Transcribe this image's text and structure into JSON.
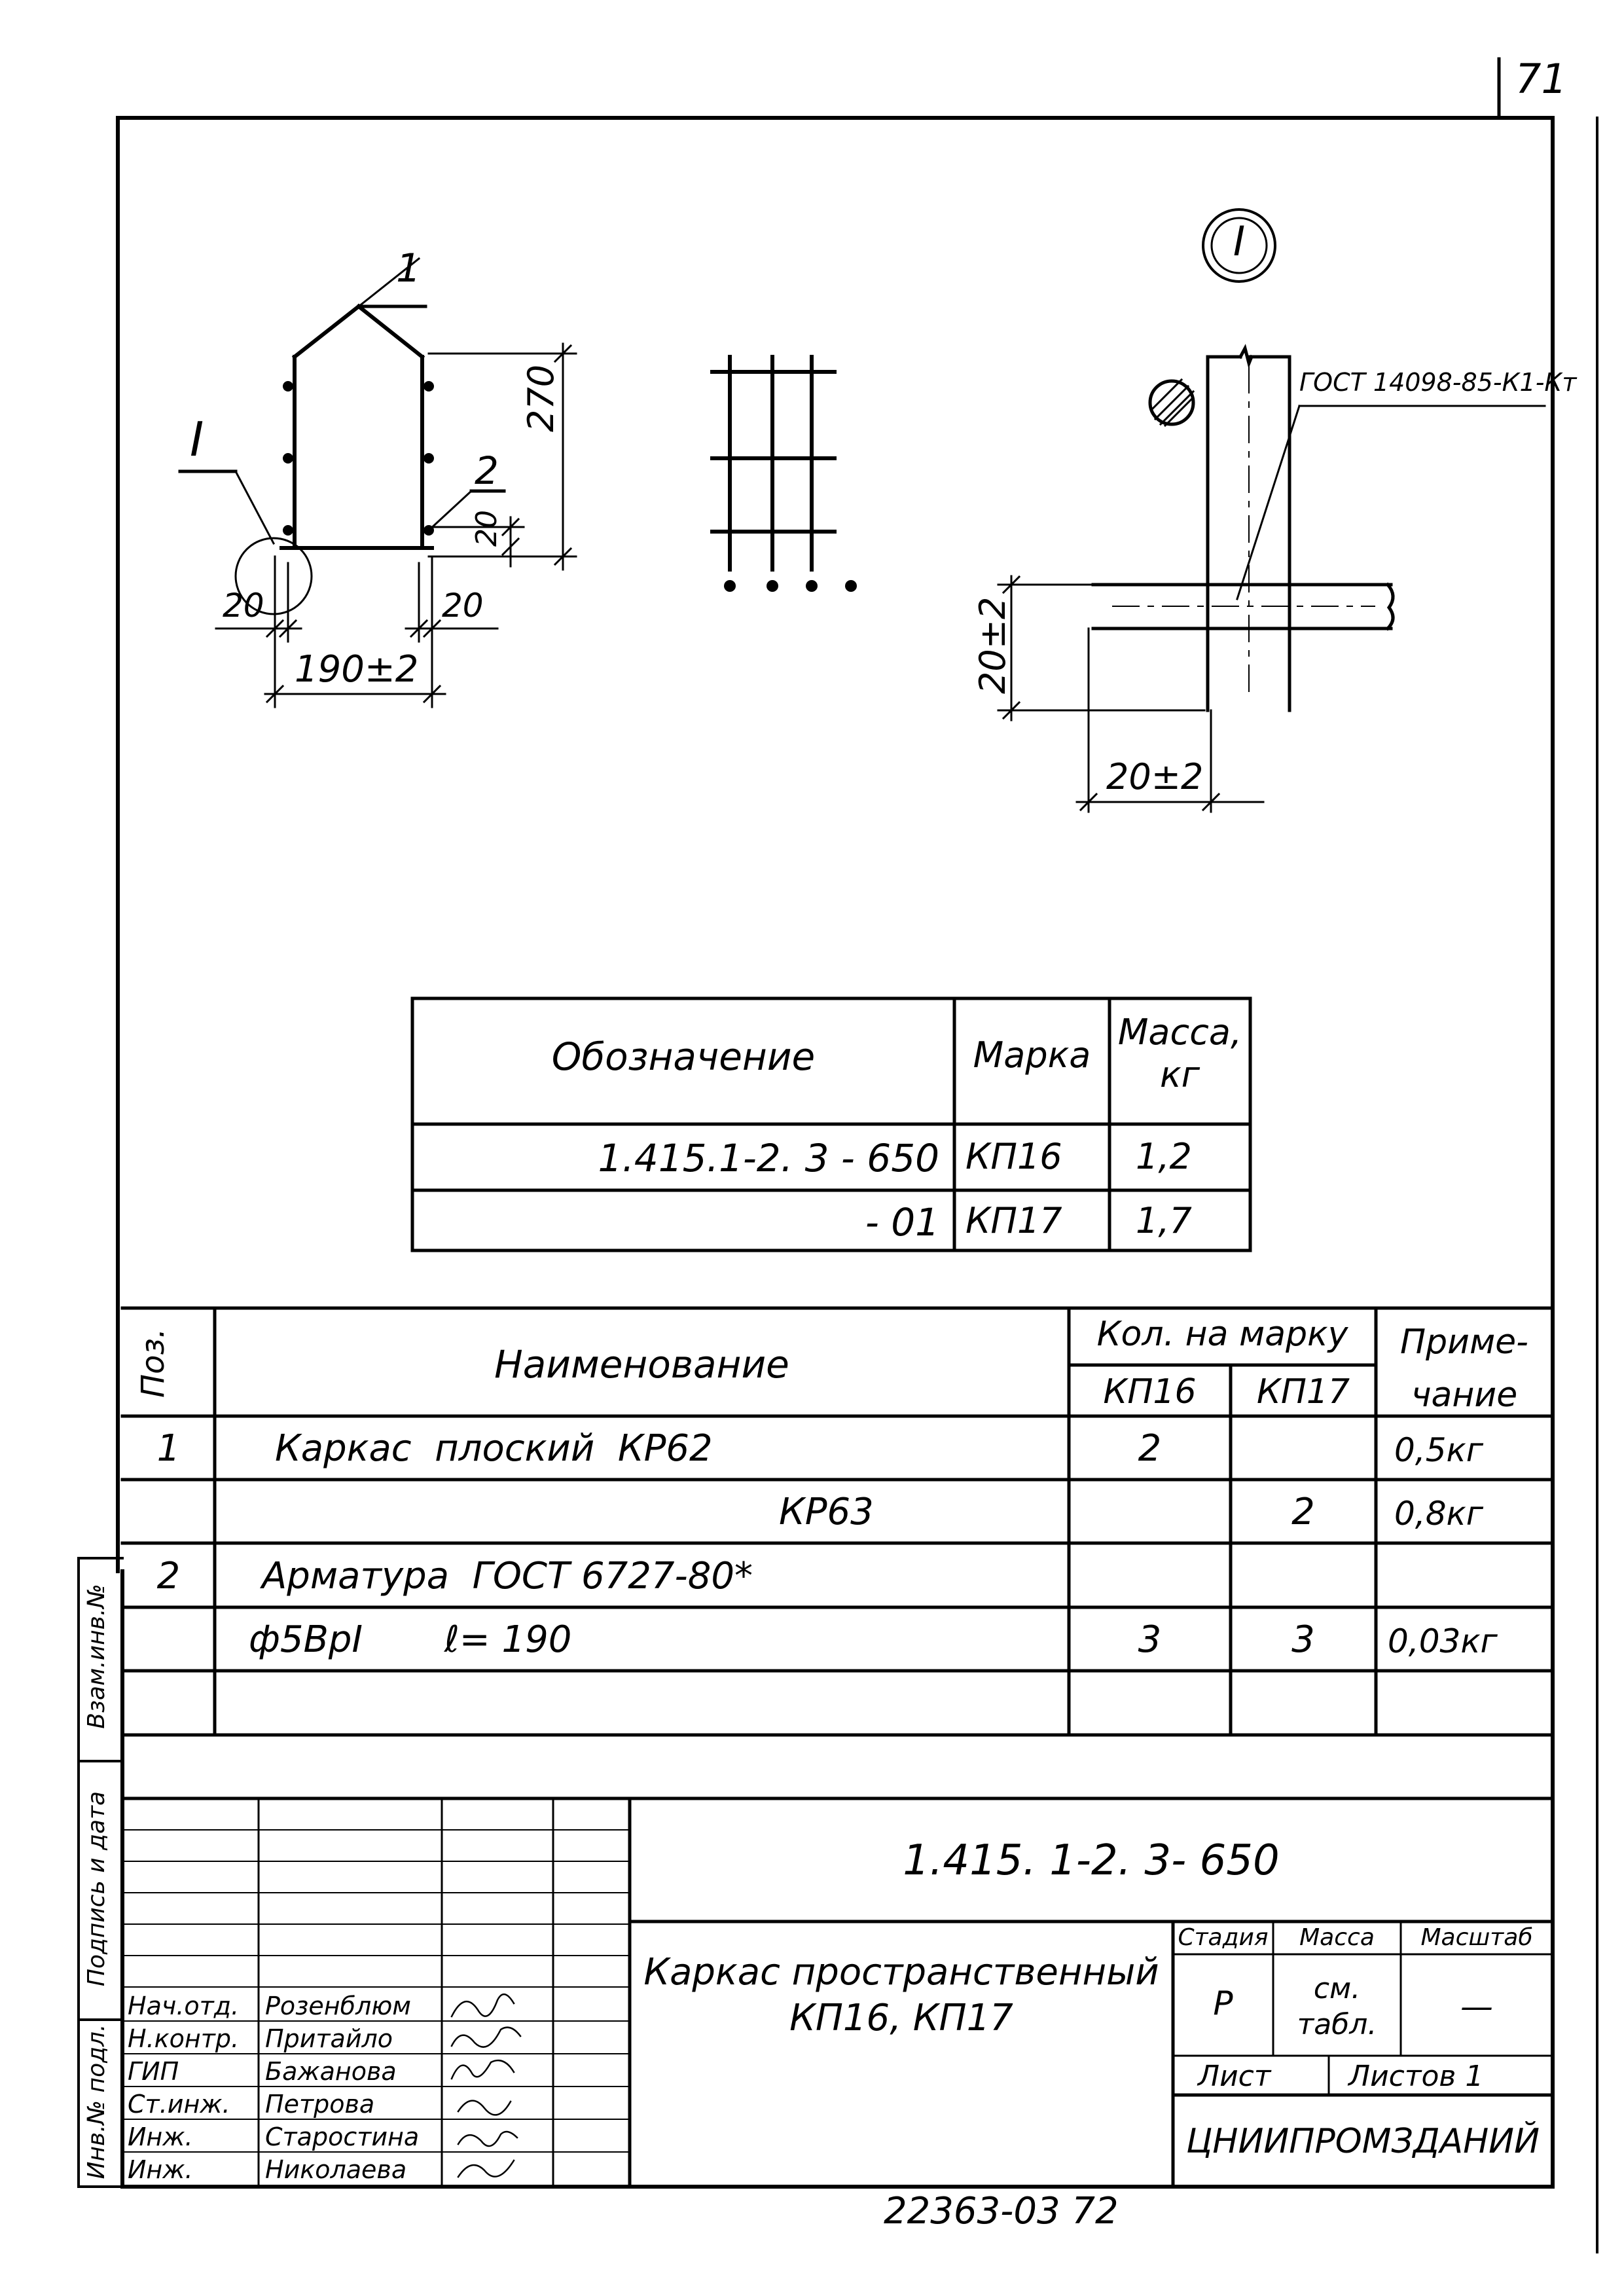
{
  "sheet_number": "71",
  "detail_mark": "I",
  "drawing": {
    "pos1": "1",
    "pos2": "2",
    "callout_I": "I",
    "dim_height": "270",
    "dim_20_vert": "20",
    "dim_20_left": "20",
    "dim_20_right": "20",
    "dim_width": "190±2",
    "weld_ref": "ГОСТ 14098-85-К1-Кт",
    "dim_detail_v": "20±2",
    "dim_detail_h": "20±2"
  },
  "mark_table": {
    "headers": [
      "Обозначение",
      "Марка",
      "Масса, кг"
    ],
    "rows": [
      [
        "1.415.1-2. 3 - 650",
        "КП16",
        "1,2"
      ],
      [
        "- 01",
        "КП17",
        "1,7"
      ]
    ]
  },
  "spec_table": {
    "h_pos": "Поз.",
    "h_name": "Наименование",
    "h_qty": "Кол. на марку",
    "h_kp16": "КП16",
    "h_kp17": "КП17",
    "h_note": "Приме- чание",
    "rows": [
      {
        "pos": "1",
        "name": "Каркас  плоский  КР62",
        "q16": "2",
        "q17": "",
        "note": "0,5кг"
      },
      {
        "pos": "",
        "name": "КР63",
        "q16": "",
        "q17": "2",
        "note": "0,8кг"
      },
      {
        "pos": "2",
        "name": "Арматура  ГОСТ 6727-80*",
        "q16": "",
        "q17": "",
        "note": ""
      },
      {
        "pos": "",
        "name": "ф5ВрI       ℓ= 190",
        "q16": "3",
        "q17": "3",
        "note": "0,03кг"
      }
    ]
  },
  "side_stamp": [
    "Инв.№ подл.",
    "Подпись и дата",
    "Взам.инв.№"
  ],
  "title_block": {
    "doc_code": "1.415. 1-2. 3- 650",
    "title_line1": "Каркас пространственный",
    "title_line2": "КП16, КП17",
    "h_stage": "Стадия",
    "h_mass": "Масса",
    "h_scale": "Масштаб",
    "stage": "Р",
    "mass": "см. табл.",
    "scale": "—",
    "sheet_label": "Лист",
    "sheets_label": "Листов 1",
    "org": "ЦНИИПРОМЗДАНИЙ",
    "staff": [
      {
        "role": "Нач.отд.",
        "name": "Розенблюм"
      },
      {
        "role": "Н.контр.",
        "name": "Притайло"
      },
      {
        "role": "ГИП",
        "name": "Бажанова"
      },
      {
        "role": "Ст.инж.",
        "name": "Петрова"
      },
      {
        "role": "Инж.",
        "name": "Старостина"
      },
      {
        "role": "Инж.",
        "name": "Николаева"
      }
    ]
  },
  "bottom_code": "22363-03 72"
}
